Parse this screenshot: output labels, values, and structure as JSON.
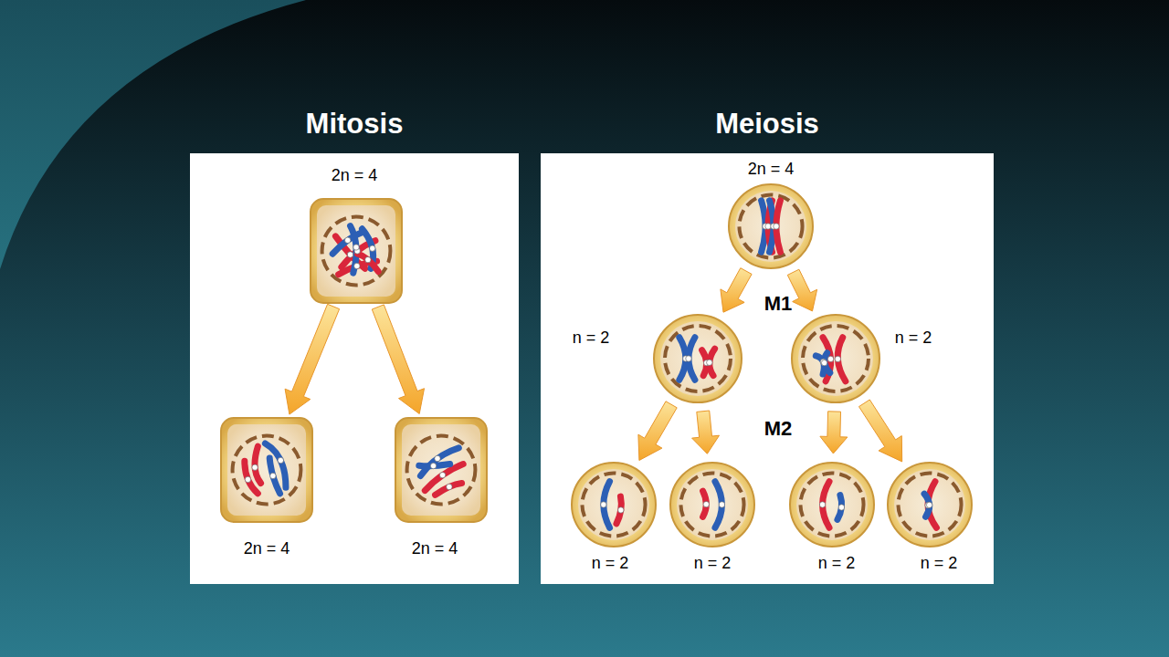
{
  "diagram": {
    "nodes": [
      {
        "text": [
          "Mitosis"
        ]
      },
      {
        "text": [
          "2n = 4"
        ],
        "in": 0
      },
      {
        "text": [
          "2n = 4"
        ],
        "in": 0
      },
      {
        "text": [
          "2n = 4"
        ],
        "in": 0
      },
      {
        "text": [
          "Meiosis"
        ]
      },
      {
        "text": [
          "2n = 4"
        ],
        "in": 4
      },
      {
        "text": [
          "n = 2"
        ],
        "in": 4
      },
      {
        "text": [
          "n = 2"
        ],
        "in": 4
      },
      {
        "text": [
          "n = 2"
        ],
        "in": 4
      },
      {
        "text": [
          "n = 2"
        ],
        "in": 4
      },
      {
        "text": [
          "n = 2"
        ],
        "in": 4
      },
      {
        "text": [
          "n = 2"
        ],
        "in": 4
      }
    ],
    "edges": [
      {
        "from": 1,
        "to": 2,
        "arrow": "to"
      },
      {
        "from": 1,
        "to": 3,
        "arrow": "to"
      },
      {
        "from": 5,
        "to": 6,
        "arrow": "to"
      },
      {
        "from": 5,
        "to": 7,
        "arrow": "to"
      },
      {
        "from": 6,
        "to": 8,
        "arrow": "to"
      },
      {
        "from": 6,
        "to": 9,
        "arrow": "to"
      },
      {
        "from": 7,
        "to": 10,
        "arrow": "to"
      },
      {
        "from": 7,
        "to": 11,
        "arrow": "to"
      }
    ],
    "labels": [
      "M1",
      "M2"
    ]
  }
}
